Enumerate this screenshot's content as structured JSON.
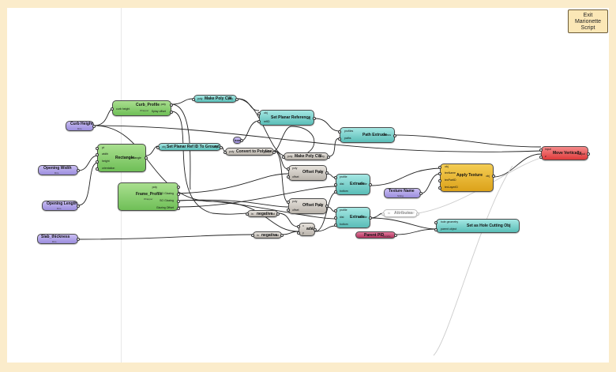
{
  "colors": {
    "background": "#fbeccb",
    "canvas": "#ffffff",
    "wire": "#222222",
    "wire_light": "#cccccc"
  },
  "exit_button": {
    "label": "Exit\nMarionette\nScript"
  },
  "nodes": {
    "curb_height": {
      "title": "Curb Height",
      "sub": "Dim"
    },
    "opening_width": {
      "title": "Opening Width",
      "sub": "Dim"
    },
    "opening_length": {
      "title": "Opening Length",
      "sub": "Dim"
    },
    "slab_thickness": {
      "title": "Slab_thickness",
      "sub": "Dim"
    },
    "curb_profile": {
      "title": "Curb_Profile",
      "sub": "Wrapper",
      "in": [
        "curb height"
      ],
      "out": [
        "poly",
        "Splay offset"
      ]
    },
    "rectangle": {
      "title": "Rectangle",
      "in": [
        "pt",
        "width",
        "height",
        "orientation"
      ],
      "out": [
        "rectangle"
      ]
    },
    "frame_profile": {
      "title": "Frame_Profile",
      "sub": "Wrapper",
      "in": [
        "poly"
      ],
      "out": [
        "TO Glazing",
        "SO Glazing",
        "Glazing Offset"
      ]
    },
    "make_poly_cw_1": {
      "title": "Make Poly CW",
      "in": [
        "poly"
      ],
      "out": [
        "poly"
      ]
    },
    "set_planar_ref_ground": {
      "title": "Set Planar Ref ID To Ground",
      "in": [
        "obj"
      ],
      "out": [
        "obj"
      ]
    },
    "convert_to_polyline": {
      "title": "Convert to Polyline",
      "in": [
        "poly"
      ],
      "out": [
        "poly"
      ]
    },
    "set_planar_reference": {
      "title": "Set Planar Reference",
      "in": [
        "obj",
        "refID"
      ],
      "out": [
        "obj"
      ]
    },
    "bool": {
      "title": "bool"
    },
    "make_poly_cw_2": {
      "title": "Make Poly CW",
      "in": [
        "poly"
      ],
      "out": [
        "poly"
      ]
    },
    "path_extrude": {
      "title": "Path Extrude",
      "in": [
        "profiles",
        "paths"
      ],
      "out": [
        "extrus"
      ]
    },
    "offset_poly_1": {
      "title": "Offset Poly",
      "in": [
        "poly",
        "offset"
      ],
      "out": [
        "poly"
      ]
    },
    "offset_poly_2": {
      "title": "Offset Poly",
      "in": [
        "poly",
        "offset"
      ],
      "out": [
        "poly"
      ]
    },
    "extrude_1": {
      "title": "Extrude",
      "in": [
        "profile",
        "dist",
        "bottom"
      ],
      "out": [
        "extrude"
      ]
    },
    "extrude_2": {
      "title": "Extrude",
      "in": [
        "profile",
        "dist",
        "bottom"
      ],
      "out": [
        "extrude"
      ]
    },
    "negative_1": {
      "title": "negative",
      "in": [
        "in"
      ],
      "out": [
        "out"
      ]
    },
    "negative_2": {
      "title": "negative",
      "in": [
        "in"
      ],
      "out": [
        "out"
      ]
    },
    "add": {
      "title": "add",
      "in": [
        "x",
        "y"
      ],
      "out": [
        "z"
      ]
    },
    "attributes": {
      "title": "Attributes",
      "in": [
        "In"
      ],
      "out": [
        "OUT"
      ]
    },
    "parent_pid": {
      "title": "Parent PID",
      "sub": "Handle"
    },
    "texture_name": {
      "title": "Texture Name",
      "sub": "String"
    },
    "apply_texture": {
      "title": "Apply Texture",
      "in": [
        "obj",
        "texName",
        "texPartID",
        "texLayerID"
      ],
      "out": [
        "obj"
      ]
    },
    "set_hole_cutting": {
      "title": "Set as Hole Cutting Obj",
      "in": [
        "hole geometry",
        "parent object"
      ]
    },
    "move_vertically": {
      "title": "Move Vertically",
      "in": [
        "input",
        "z"
      ],
      "out": [
        "output"
      ]
    }
  }
}
